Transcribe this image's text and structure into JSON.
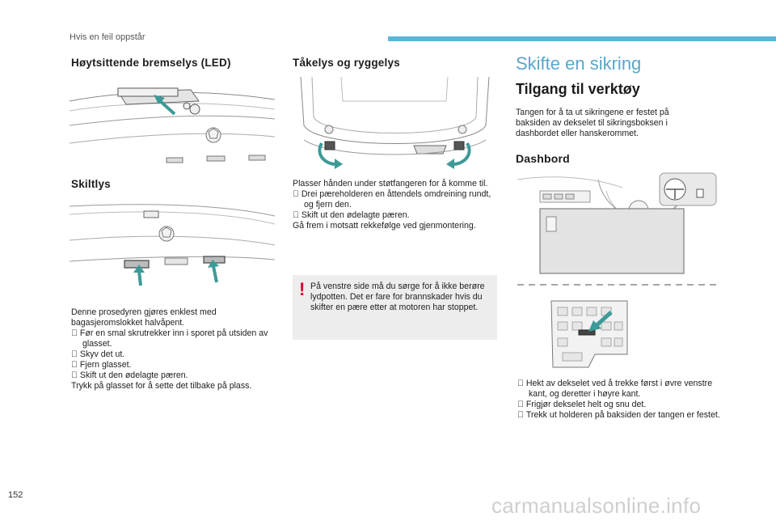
{
  "header": {
    "chapter": "Hvis en feil oppstår",
    "bar_color": "#5bb5d8"
  },
  "col1": {
    "title1": "Høytsittende bremselys (LED)",
    "title2": "Skiltlys",
    "body": [
      "Denne prosedyren gjøres enklest med bagasjeromslokket halvåpent.",
      "  Før en smal skrutrekker inn i sporet på utsiden av glasset.",
      "  Skyv det ut.",
      "  Fjern glasset.",
      "  Skift ut den ødelagte pæren.",
      "Trykk på glasset for å sette det tilbake på plass."
    ]
  },
  "col2": {
    "title": "Tåkelys og ryggelys",
    "body": [
      "Plasser hånden under støtfangeren for å komme til.",
      "  Drei pæreholderen en åttendels omdreining rundt, og fjern den.",
      "  Skift ut den ødelagte pæren.",
      "Gå frem i motsatt rekkefølge ved gjenmontering."
    ],
    "warning": {
      "mark": "!",
      "text": "På venstre side må du sørge for å ikke berøre lydpotten. Det er fare for brannskader hvis du skifter en pære etter at motoren har stoppet."
    }
  },
  "col3": {
    "title": "Skifte en sikring",
    "subtitle": "Tilgang til verktøy",
    "intro": "Tangen for å ta ut sikringene er festet på baksiden av dekselet til sikringsboksen i dashbordet eller hanskerommet.",
    "dash_title": "Dashbord",
    "steps": [
      "  Hekt av dekselet ved å trekke først i øvre venstre kant, og deretter i høyre kant.",
      "  Frigjør dekselet helt og snu det.",
      "  Trekk ut holderen på baksiden der tangen er festet."
    ]
  },
  "footer": {
    "page_number": "152",
    "watermark": "carmanualsonline.info"
  },
  "colors": {
    "accent_blue": "#5aa6c8",
    "arrow_teal": "#3c9a98",
    "warning_red": "#d7002a",
    "warning_bg": "#ededed"
  }
}
